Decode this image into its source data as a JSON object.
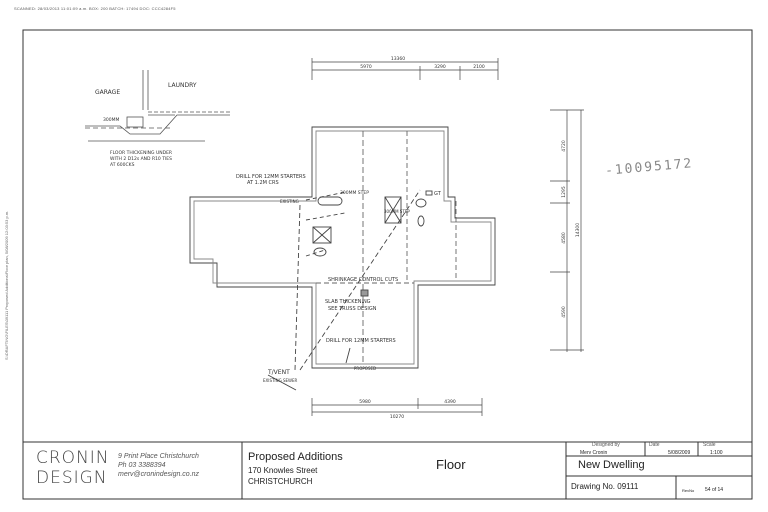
{
  "scan_header": "SCANNED: 28/03/2013 11:01:09 a.m. BOX: 200 BATCH: 17494 DOC: CCC4284F5",
  "side_note": "S:\\DRAFTING\\FILES\\09111 Proposed Additions\\Floor plan, 5/08/2009 12:03:53 p.m.",
  "stamp": "-10095172",
  "detail": {
    "garage": "GARAGE",
    "laundry": "LAUNDRY",
    "step": "300MM",
    "note_lines": [
      "FLOOR THICKENING UNDER",
      "WITH 2 D12s AND R10 TIES",
      "AT 600CKS"
    ]
  },
  "plan_labels": {
    "drill_starters_1": "DRILL FOR 12MM STARTERS",
    "drill_starters_2": "AT 1.2M CRS",
    "step_300": "300MM STEP",
    "existing": "EXISTING",
    "step_small": "300MM STEP",
    "gt": "GT",
    "shrinkage": "SHRINKAGE CONTROL CUTS",
    "slab_1": "SLAB THICKENING",
    "slab_2": "SEE TRUSS DESIGN",
    "drill_12": "DRILL FOR 12MM STARTERS",
    "tvent": "T/VENT",
    "existing_sewer": "EXISTING SEWER",
    "proposed": "PROPOSED"
  },
  "dimensions": {
    "top_total": "13360",
    "top_segments": [
      "5970",
      "3290",
      "2100"
    ],
    "bottom_segments": [
      "5980",
      "4390"
    ],
    "bottom_total": "10270",
    "right_segments": [
      "4720",
      "1295",
      "4580",
      "4590"
    ],
    "right_total": "14300"
  },
  "title_block": {
    "company_line1": "CRONIN",
    "company_line2": "DESIGN",
    "address": "9 Print Place Christchurch",
    "phone": "Ph 03 3388394",
    "email": "merv@cronindesign.co.nz",
    "project": "Proposed Additions",
    "street": "170 Knowles Street",
    "city": "CHRISTCHURCH",
    "sheet_title": "Floor",
    "designed_by_label": "Designed by",
    "designed_by": "Merv Cronin",
    "date_label": "Date",
    "date": "5/08/2009",
    "scale_label": "Scale",
    "scale": "1:100",
    "job": "New Dwelling",
    "drawing_no": "Drawing No. 09111",
    "rev_label": "RevNo",
    "sheet": "54 of 14"
  }
}
